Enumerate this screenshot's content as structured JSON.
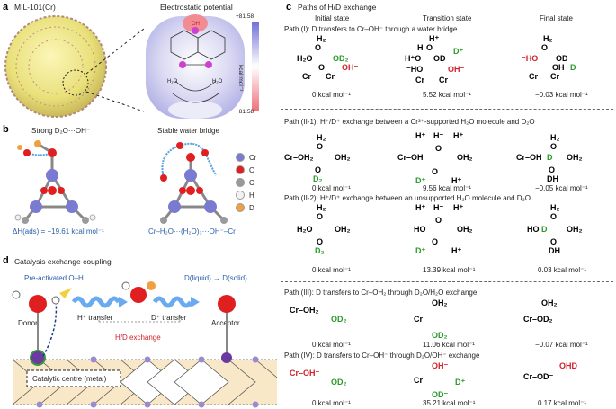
{
  "panel_a": {
    "label": "a",
    "mof_name": "MIL-101(Cr)",
    "esp_title": "Electrostatic potential",
    "scale_max": "+81.58",
    "scale_min": "−81.58",
    "scale_unit": "kcal mol⁻¹",
    "colors": {
      "positive": "#7f7fd6",
      "negative": "#ef7f86"
    }
  },
  "panel_b": {
    "label": "b",
    "left_title": "Strong D₂O···OH⁻",
    "right_title": "Stable water bridge",
    "left_caption": "ΔH(ads) = −19.61 kcal mol⁻¹",
    "right_caption": "Cr–H₂O···(H₂O)₃···OH⁻–Cr",
    "legend": [
      {
        "name": "Cr",
        "color": "#7a7ad0"
      },
      {
        "name": "O",
        "color": "#e02020"
      },
      {
        "name": "C",
        "color": "#9a9a9a"
      },
      {
        "name": "H",
        "color": "#f2f2f2"
      },
      {
        "name": "D",
        "color": "#f0a040"
      }
    ]
  },
  "panel_c": {
    "label": "c",
    "title": "Paths of H/D exchange",
    "col_initial": "Initial state",
    "col_transition": "Transition state",
    "col_final": "Final state",
    "paths": [
      {
        "title": "Path (I): D transfers to Cr–OH⁻ through a water bridge",
        "energies": [
          "0 kcal mol⁻¹",
          "5.52 kcal mol⁻¹",
          "−0.03 kcal mol⁻¹"
        ]
      },
      {
        "title": "Path (II-1): H⁺/D⁺ exchange between a Cr³⁺-supported H₂O molecule and D₂O",
        "energies": [
          "0 kcal mol⁻¹",
          "9.56 kcal mol⁻¹",
          "−0.05 kcal mol⁻¹"
        ]
      },
      {
        "title": "Path (II-2): H⁺/D⁺ exchange between an unsupported H₂O molecule and D₂O",
        "energies": [
          "0 kcal mol⁻¹",
          "13.39 kcal mol⁻¹",
          "0.03 kcal mol⁻¹"
        ]
      },
      {
        "title": "Path (III): D transfers to Cr–OH₂ through D₂O/H₂O exchange",
        "energies": [
          "0 kcal mol⁻¹",
          "11.06 kcal mol⁻¹",
          "−0.07 kcal mol⁻¹"
        ]
      },
      {
        "title": "Path (IV): D transfers to Cr–OH⁻ through D₂O/OH⁻ exchange",
        "energies": [
          "0 kcal mol⁻¹",
          "35.21 kcal mol⁻¹",
          "0.17 kcal mol⁻¹"
        ]
      }
    ]
  },
  "panel_d": {
    "label": "d",
    "title": "Catalysis exchange coupling",
    "preactivated": "Pre-activated O–H",
    "d_transfer_title": "D(liquid) → D(solid)",
    "donor": "Donor",
    "acceptor": "Acceptor",
    "h_transfer": "H⁺ transfer",
    "d_transfer": "D⁺ transfer",
    "exchange": "H/D exchange",
    "catalytic_centre": "Catalytic centre (metal)"
  }
}
